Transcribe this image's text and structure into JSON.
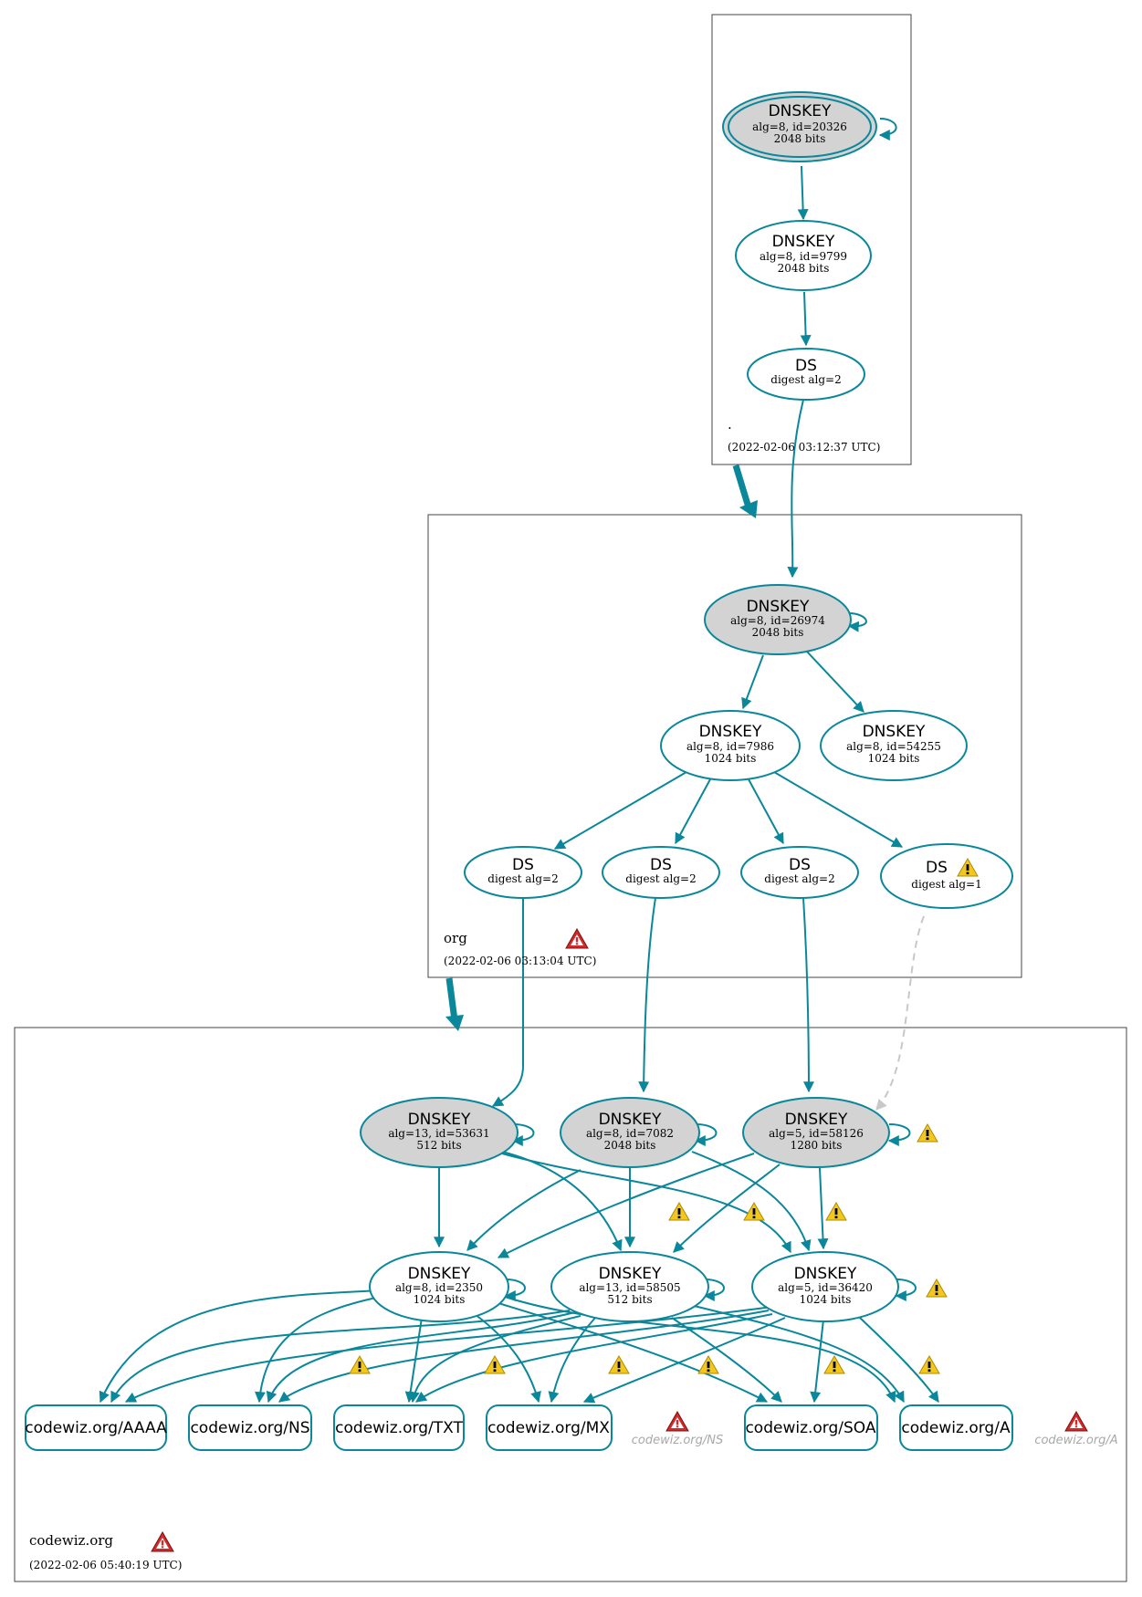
{
  "zones": {
    "root": {
      "name": ".",
      "timestamp": "(2022-02-06 03:12:37 UTC)"
    },
    "org": {
      "name": "org",
      "timestamp": "(2022-02-06 03:13:04 UTC)"
    },
    "codewiz": {
      "name": "codewiz.org",
      "timestamp": "(2022-02-06 05:40:19 UTC)"
    }
  },
  "nodes": {
    "root_ksk": {
      "type": "DNSKEY",
      "l1": "alg=8, id=20326",
      "l2": "2048 bits"
    },
    "root_zsk": {
      "type": "DNSKEY",
      "l1": "alg=8, id=9799",
      "l2": "2048 bits"
    },
    "root_ds": {
      "type": "DS",
      "l1": "digest alg=2"
    },
    "org_ksk": {
      "type": "DNSKEY",
      "l1": "alg=8, id=26974",
      "l2": "2048 bits"
    },
    "org_zsk1": {
      "type": "DNSKEY",
      "l1": "alg=8, id=7986",
      "l2": "1024 bits"
    },
    "org_zsk2": {
      "type": "DNSKEY",
      "l1": "alg=8, id=54255",
      "l2": "1024 bits"
    },
    "org_ds1": {
      "type": "DS",
      "l1": "digest alg=2"
    },
    "org_ds2": {
      "type": "DS",
      "l1": "digest alg=2"
    },
    "org_ds3": {
      "type": "DS",
      "l1": "digest alg=2"
    },
    "org_ds4": {
      "type": "DS",
      "l1": "digest alg=1"
    },
    "cw_ksk1": {
      "type": "DNSKEY",
      "l1": "alg=13, id=53631",
      "l2": "512 bits"
    },
    "cw_ksk2": {
      "type": "DNSKEY",
      "l1": "alg=8, id=7082",
      "l2": "2048 bits"
    },
    "cw_ksk3": {
      "type": "DNSKEY",
      "l1": "alg=5, id=58126",
      "l2": "1280 bits"
    },
    "cw_zsk1": {
      "type": "DNSKEY",
      "l1": "alg=8, id=2350",
      "l2": "1024 bits"
    },
    "cw_zsk2": {
      "type": "DNSKEY",
      "l1": "alg=13, id=58505",
      "l2": "512 bits"
    },
    "cw_zsk3": {
      "type": "DNSKEY",
      "l1": "alg=5, id=36420",
      "l2": "1024 bits"
    }
  },
  "rrsets": {
    "aaaa": "codewiz.org/AAAA",
    "ns": "codewiz.org/NS",
    "txt": "codewiz.org/TXT",
    "mx": "codewiz.org/MX",
    "soa": "codewiz.org/SOA",
    "a": "codewiz.org/A"
  },
  "ghost_rrsets": {
    "ns": "codewiz.org/NS",
    "a": "codewiz.org/A"
  },
  "colors": {
    "edge": "#0a879a",
    "ksk_fill": "#d3d3d3",
    "warning": "#f2c81f",
    "error": "#d22a2a",
    "dashed_edge": "#c8c8c8"
  },
  "icons": {
    "warning": "warning-triangle-icon",
    "error": "error-triangle-icon"
  }
}
